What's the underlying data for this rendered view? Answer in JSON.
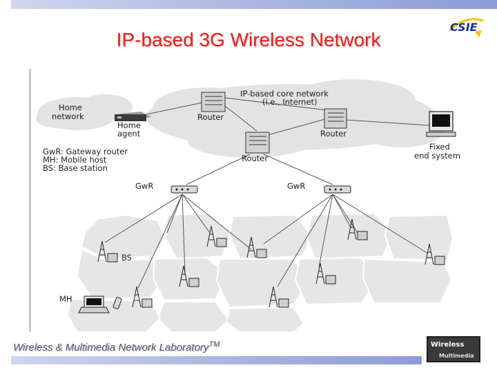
{
  "slide": {
    "title": "IP-based 3G Wireless Network",
    "footer": "Wireless & Multimedia Network Laboratory",
    "footer_mark": "TM",
    "accent_title_color": "#e8201c"
  },
  "logos": {
    "cse": {
      "text": "CSIE",
      "icon": "cse-logo-icon"
    },
    "lab": {
      "line1": "Wireless",
      "line2": "Multimedia",
      "icon": "lab-logo-icon"
    }
  },
  "diagram": {
    "core_label_1": "IP-based core network",
    "core_label_2": "(i.e., Internet)",
    "home_network_1": "Home",
    "home_network_2": "network",
    "home_agent_1": "Home",
    "home_agent_2": "agent",
    "router": "Router",
    "fixed_end_1": "Fixed",
    "fixed_end_2": "end system",
    "legend": [
      "GwR: Gateway router",
      "MH: Mobile host",
      "BS: Base station"
    ],
    "gwr": "GwR",
    "bs": "BS",
    "mh": "MH"
  }
}
